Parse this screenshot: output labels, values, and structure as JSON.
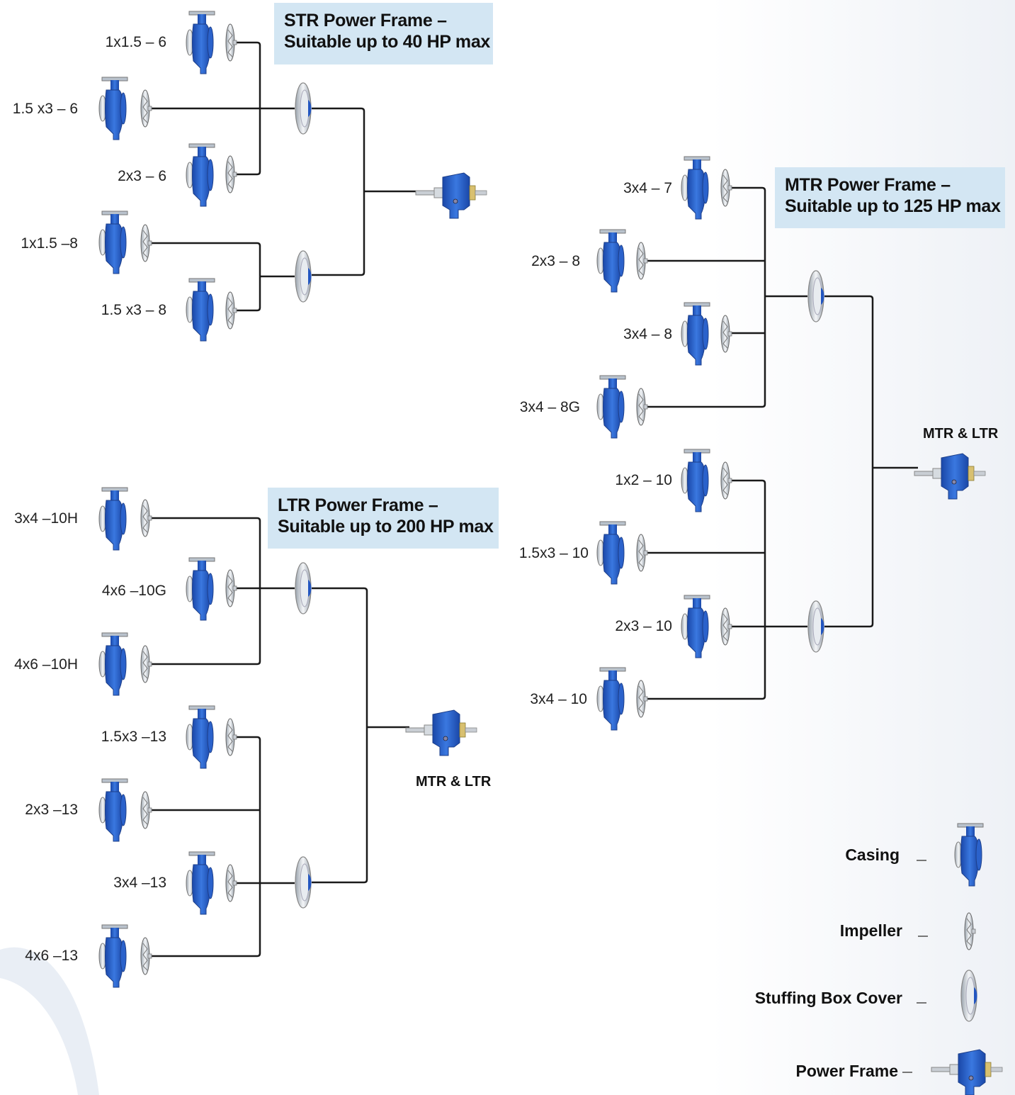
{
  "str_frame": {
    "title": "STR Power Frame –",
    "subtitle": "Suitable up to 40 HP max",
    "pumps": [
      "1x1.5 – 6",
      "1.5 x3 – 6",
      "2x3 – 6",
      "1x1.5 –8",
      "1.5 x3 – 8"
    ]
  },
  "ltr_frame": {
    "title": "LTR Power Frame –",
    "subtitle": "Suitable up to 200 HP max",
    "pumps": [
      "3x4 –10H",
      "4x6 –10G",
      "4x6 –10H",
      "1.5x3 –13",
      "2x3 –13",
      "3x4 –13",
      "4x6 –13"
    ],
    "power_frame_label": "MTR & LTR"
  },
  "mtr_frame": {
    "title": "MTR Power Frame –",
    "subtitle": "Suitable up to 125 HP max",
    "pumps": [
      "3x4 – 7",
      "2x3 – 8",
      "3x4 – 8",
      "3x4 – 8G",
      "1x2 – 10",
      "1.5x3 – 10",
      "2x3 – 10",
      "3x4 – 10"
    ],
    "power_frame_label": "MTR & LTR"
  },
  "legend": {
    "casing": "Casing",
    "impeller": "Impeller",
    "stuffing_box_cover": "Stuffing Box Cover",
    "power_frame": "Power Frame"
  },
  "colors": {
    "casing_blue": "#2a5fc4",
    "label_box": "#d3e6f3",
    "line": "#1a1a1a"
  }
}
